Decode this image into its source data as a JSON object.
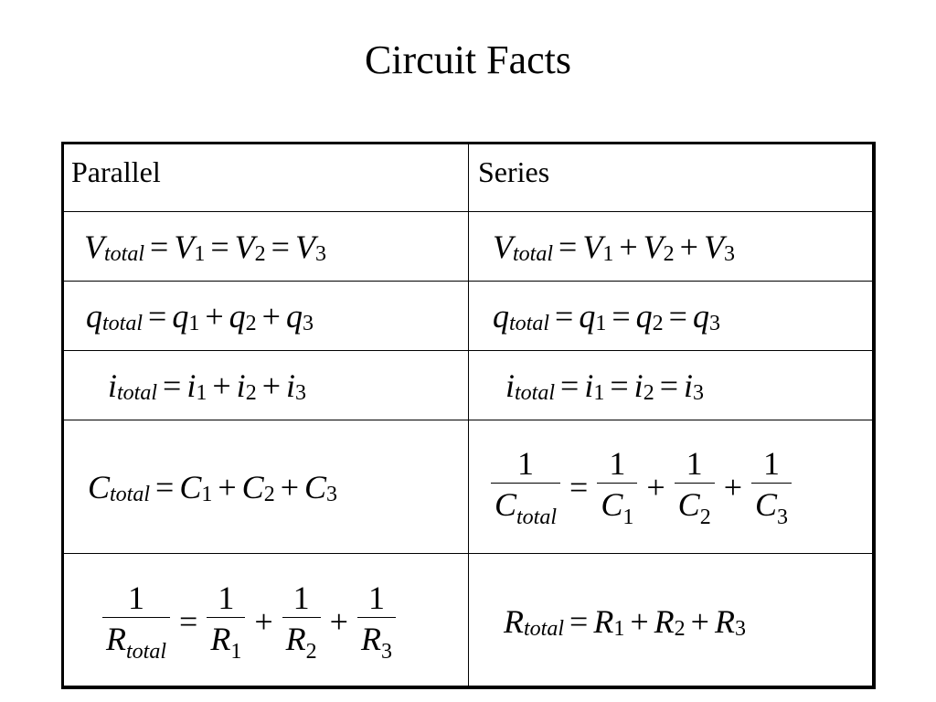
{
  "title": "Circuit Facts",
  "headers": {
    "parallel": "Parallel",
    "series": "Series"
  },
  "text": {
    "one": "1",
    "sub_total": "total",
    "eq": "=",
    "plus": "+",
    "s1": "1",
    "s2": "2",
    "s3": "3"
  },
  "vars": {
    "V": "V",
    "q": "q",
    "i": "i",
    "C": "C",
    "R": "R"
  }
}
